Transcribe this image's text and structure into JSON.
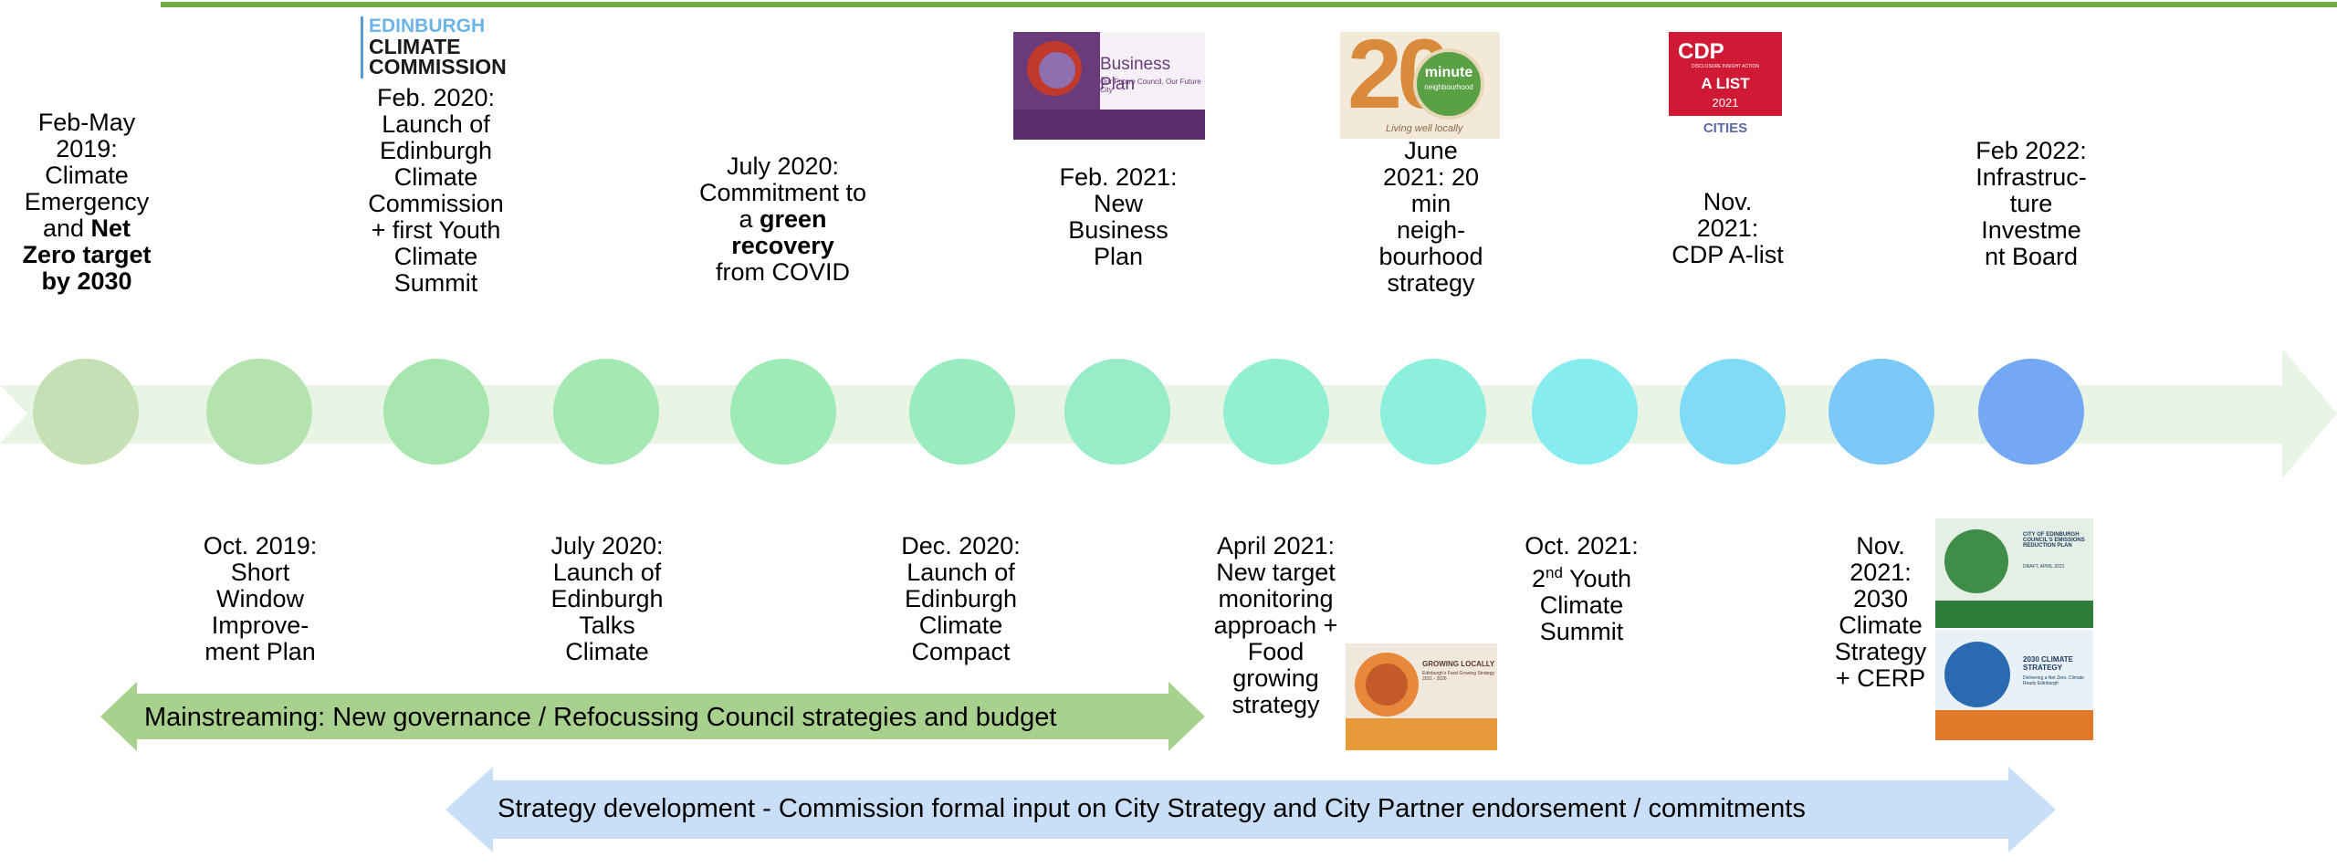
{
  "timeline": {
    "events_top": [
      {
        "id": "feb-may-2019",
        "text": "Feb-May 2019: Climate Emergency and ",
        "bold": "Net Zero target by 2030",
        "rest": ""
      },
      {
        "id": "feb-2020",
        "text": "Feb. 2020: Launch of Edinburgh Climate Commission + first Youth Climate Summit"
      },
      {
        "id": "july-2020-green",
        "text": "July 2020: Commitment to a ",
        "bold": "green recovery",
        "rest": "from COVID"
      },
      {
        "id": "feb-2021",
        "text": "Feb. 2021: New Business Plan"
      },
      {
        "id": "june-2021",
        "text": "June 2021: 20 min neigh-bourhood strategy"
      },
      {
        "id": "nov-2021-cdp",
        "text": "Nov. 2021: CDP A-list"
      },
      {
        "id": "feb-2022",
        "text": "Feb 2022: Infrastruc-ture Investme nt Board"
      }
    ],
    "events_bottom": [
      {
        "id": "oct-2019",
        "text": "Oct. 2019: Short Window Improve-ment Plan"
      },
      {
        "id": "july-2020-talks",
        "text": "July 2020: Launch of Edinburgh Talks Climate"
      },
      {
        "id": "dec-2020",
        "text": "Dec. 2020: Launch of Edinburgh Climate Compact"
      },
      {
        "id": "april-2021",
        "text": "April 2021: New target monitoring approach + Food growing strategy"
      },
      {
        "id": "oct-2021",
        "text": "Oct. 2021: 2",
        "sup": "nd",
        "rest": "Youth Climate Summit"
      },
      {
        "id": "nov-2021-2030",
        "text": "Nov. 2021: 2030 Climate Strategy + CERP"
      }
    ],
    "circle_colors": [
      "#c5e0b4",
      "#b4e3b0",
      "#a8e6b0",
      "#a4e8b4",
      "#9eebb8",
      "#9aebc0",
      "#98ecc8",
      "#92efd2",
      "#8cf0dc",
      "#86ecf0",
      "#80dcf6",
      "#7cc8f8",
      "#74a8f2"
    ]
  },
  "bands": {
    "mainstreaming": {
      "label": "Mainstreaming: New governance / Refocussing Council strategies and budget",
      "color": "#a9d18e"
    },
    "strategy": {
      "label": "Strategy development - Commission formal input on City Strategy and City Partner endorsement / commitments",
      "color": "#c9def7"
    }
  },
  "logos": {
    "ecc": {
      "line1": "EDINBURGH",
      "line2": "CLIMATE",
      "line3": "COMMISSION"
    },
    "business_plan": {
      "title": "Business Plan",
      "subtitle": "Our Future Council, Our Future City"
    },
    "twenty_minute": {
      "number": "20",
      "badge": "minute",
      "badge2": "neighbourhood",
      "tagline": "Living well locally"
    },
    "cdp": {
      "name": "CDP",
      "sub": "DISCLOSURE INSIGHT ACTION",
      "alist": "A LIST",
      "year": "2021",
      "cities": "CITIES"
    },
    "growing_locally": {
      "title": "GROWING LOCALLY",
      "sub": "Edinburgh's Food Growing Strategy 2021 - 2026"
    },
    "cerp": {
      "title": "CITY OF EDINBURGH COUNCIL'S EMISSIONS REDUCTION PLAN",
      "draft": "DRAFT, APRIL 2021"
    },
    "strategy2030": {
      "title": "2030 CLIMATE STRATEGY",
      "sub": "Delivering a Net Zero, Climate Ready Edinburgh"
    }
  },
  "colors": {
    "accent_green": "#70ad47",
    "timeline_band": "#e8f4e4"
  }
}
